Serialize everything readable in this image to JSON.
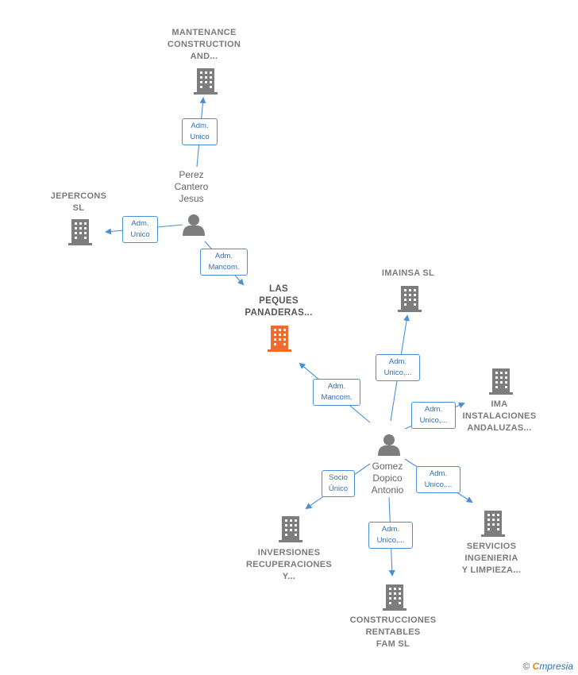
{
  "colors": {
    "building": "#7d7d7d",
    "main_building": "#f26a2e",
    "person": "#7d7d7d",
    "edge": "#4a90d9"
  },
  "nodes": {
    "mantenance": {
      "label": "MANTENANCE\nCONSTRUCTION\nAND..."
    },
    "jepercons": {
      "label": "JEPERCONS\nSL"
    },
    "las_peques": {
      "label": "LAS\nPEQUES\nPANADERAS..."
    },
    "imainsa": {
      "label": "IMAINSA SL"
    },
    "ima": {
      "label": "IMA\nINSTALACIONES\nANDALUZAS..."
    },
    "servicios": {
      "label": "SERVICIOS\nINGENIERIA\nY LIMPIEZA..."
    },
    "construcciones": {
      "label": "CONSTRUCCIONES\nRENTABLES\nFAM  SL"
    },
    "inversiones": {
      "label": "INVERSIONES\nRECUPERACIONES\nY..."
    }
  },
  "persons": {
    "perez": {
      "label": "Perez\nCantero\nJesus"
    },
    "gomez": {
      "label": "Gomez\nDopico\nAntonio"
    }
  },
  "edges": {
    "perez_mantenance": "Adm.\nUnico",
    "perez_jepercons": "Adm.\nUnico",
    "perez_laspeques": "Adm.\nMancom.",
    "gomez_laspeques": "Adm.\nMancom.",
    "gomez_imainsa": "Adm.\nUnico,...",
    "gomez_ima": "Adm.\nUnico,...",
    "gomez_servicios": "Adm.\nUnico,...",
    "gomez_construcciones": "Adm.\nUnico,...",
    "gomez_inversiones": "Socio\nÚnico"
  },
  "footer": {
    "copyright": "©",
    "brand_first": "C",
    "brand_rest": "mpresia"
  }
}
